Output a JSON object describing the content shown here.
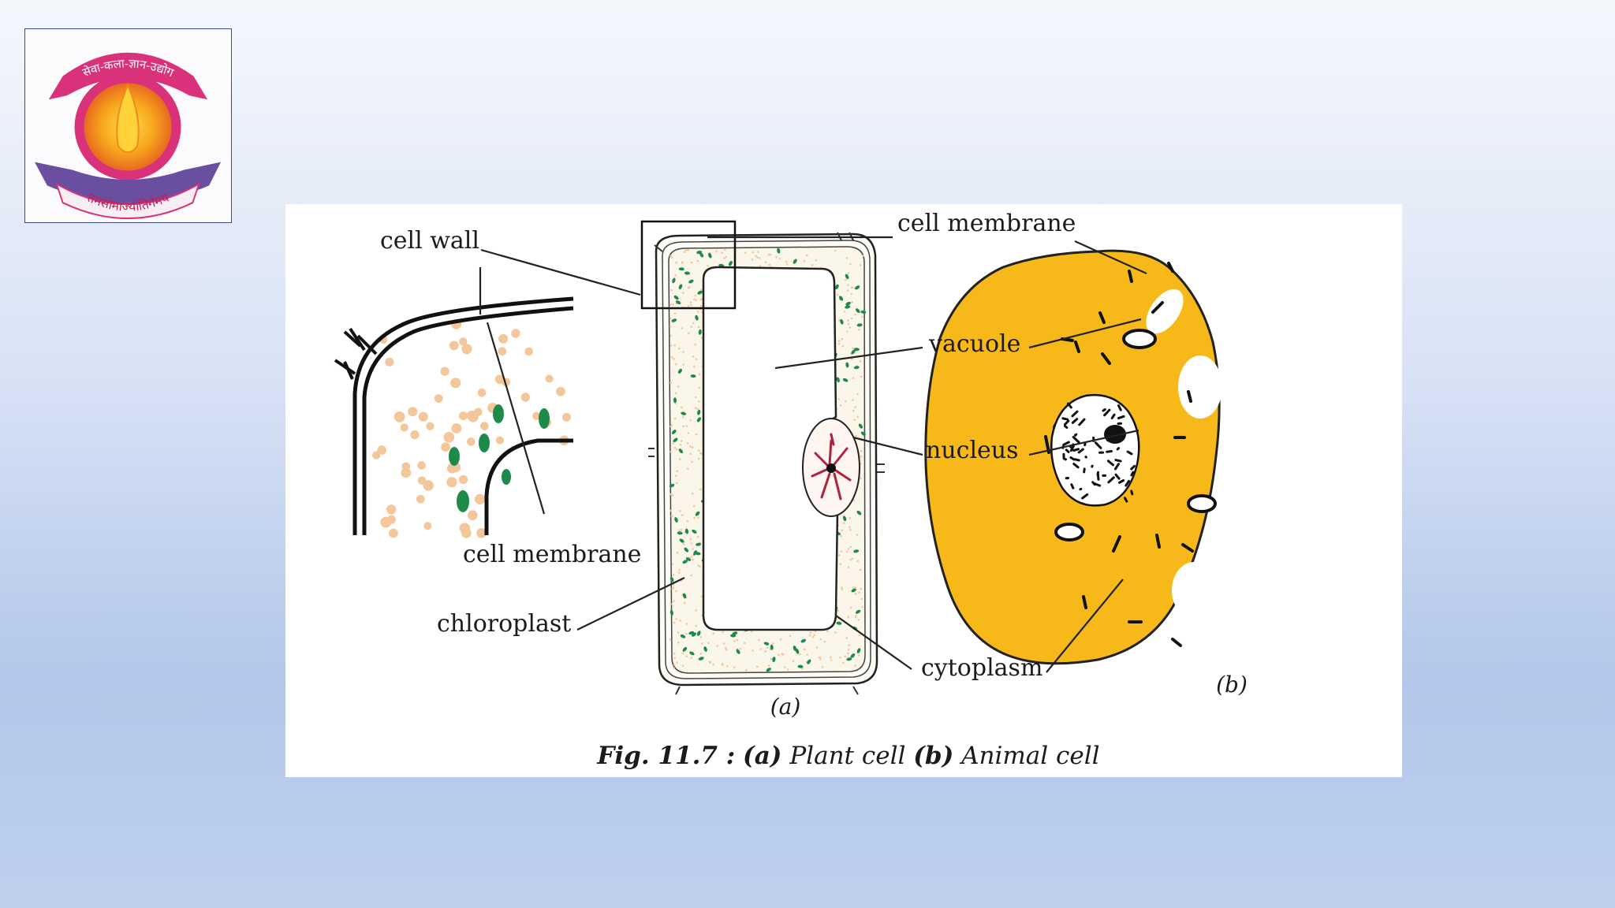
{
  "logo": {
    "motto_top": "सेवा-कला-ज्ञान-उद्योग",
    "motto_bottom": "तमसोमाज्योतिर्गमय"
  },
  "figure": {
    "labels": {
      "cell_wall": "cell wall",
      "cell_membrane_inset": "cell membrane",
      "chloroplast": "chloroplast",
      "cell_membrane_top": "cell membrane",
      "vacuole": "vacuole",
      "nucleus": "nucleus",
      "cytoplasm": "cytoplasm"
    },
    "panel_a": "(a)",
    "panel_b": "(b)",
    "caption": {
      "fig": "Fig. 11.7 :",
      "a": "(a)",
      "plant": "Plant cell",
      "b": "(b)",
      "animal": "Animal cell"
    }
  },
  "colors": {
    "animal_cell_fill": "#f7b81a",
    "chloroplast": "#1d8a4a",
    "cytoplasm_dots": "#f3c79a",
    "nucleus_lines": "#b0223b",
    "logo_pink": "#d9327a",
    "logo_purple": "#6a4fa0",
    "logo_orange": "#f29320"
  }
}
